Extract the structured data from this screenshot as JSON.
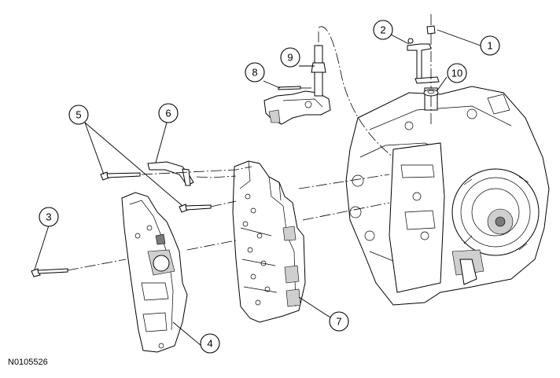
{
  "figure_id": "N0105526",
  "callouts": [
    {
      "number": "1"
    },
    {
      "number": "2"
    },
    {
      "number": "3"
    },
    {
      "number": "4"
    },
    {
      "number": "5"
    },
    {
      "number": "6"
    },
    {
      "number": "7"
    },
    {
      "number": "8"
    },
    {
      "number": "9"
    },
    {
      "number": "10"
    }
  ]
}
